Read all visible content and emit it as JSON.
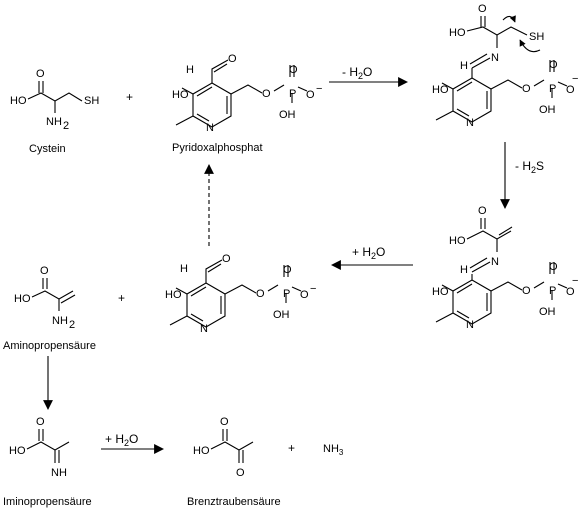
{
  "compounds": {
    "cystein": "Cystein",
    "plp": "Pyridoxalphosphat",
    "aminopropen": "Aminopropensäure",
    "iminopropen": "Iminopropensäure",
    "brenztrauben": "Brenztraubensäure",
    "ammonia_main": "NH",
    "ammonia_sub": "3"
  },
  "atoms": {
    "HO": "HO",
    "OH": "OH",
    "O": "O",
    "N": "N",
    "P": "P",
    "SH": "SH",
    "NH": "NH",
    "H": "H",
    "sub2": "2",
    "minus": "−"
  },
  "reactions": {
    "plus": "+",
    "minus_water_pre": "- H",
    "minus_water_sub": "2",
    "minus_water_post": "O",
    "minus_h2s_pre": "- H",
    "minus_h2s_sub": "2",
    "minus_h2s_post": "S",
    "plus_water_pre": "+ H",
    "plus_water_sub": "2",
    "plus_water_post": "O"
  }
}
